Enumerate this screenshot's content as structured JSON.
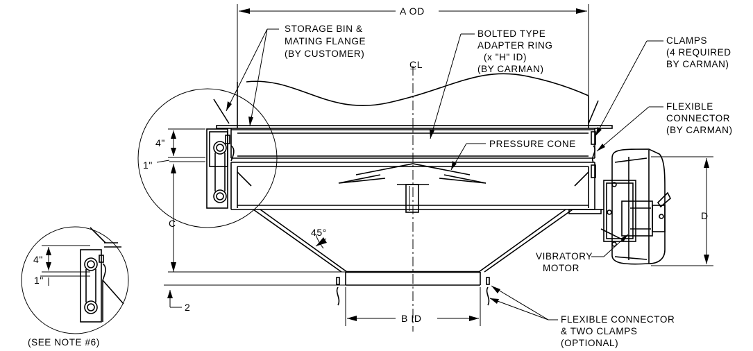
{
  "dimensions": {
    "a_od": "A  OD",
    "b_id": "B  ID",
    "c": "C",
    "d": "D",
    "four_in_main": "4\"",
    "one_in_main": "1\"",
    "four_in_detail": "4\"",
    "one_in_detail": "1\"",
    "angle": "45°",
    "level_2": "2",
    "centerline": "C̲L"
  },
  "labels": {
    "storage_bin": [
      "STORAGE BIN &",
      "MATING FLANGE",
      "(BY CUSTOMER)"
    ],
    "adapter_ring": [
      "BOLTED TYPE",
      "ADAPTER RING",
      "(x \"H\" ID)",
      "(BY CARMAN)"
    ],
    "clamps": [
      "CLAMPS",
      "(4 REQUIRED",
      "BY CARMAN)"
    ],
    "flexible_connector": [
      "FLEXIBLE",
      "CONNECTOR",
      "(BY CARMAN)"
    ],
    "pressure_cone": "PRESSURE CONE",
    "vibratory_motor": [
      "VIBRATORY",
      "MOTOR"
    ],
    "flex_connector_clamps": [
      "FLEXIBLE CONNECTOR",
      "& TWO CLAMPS",
      "(OPTIONAL)"
    ],
    "see_note": "(SEE NOTE #6)"
  }
}
